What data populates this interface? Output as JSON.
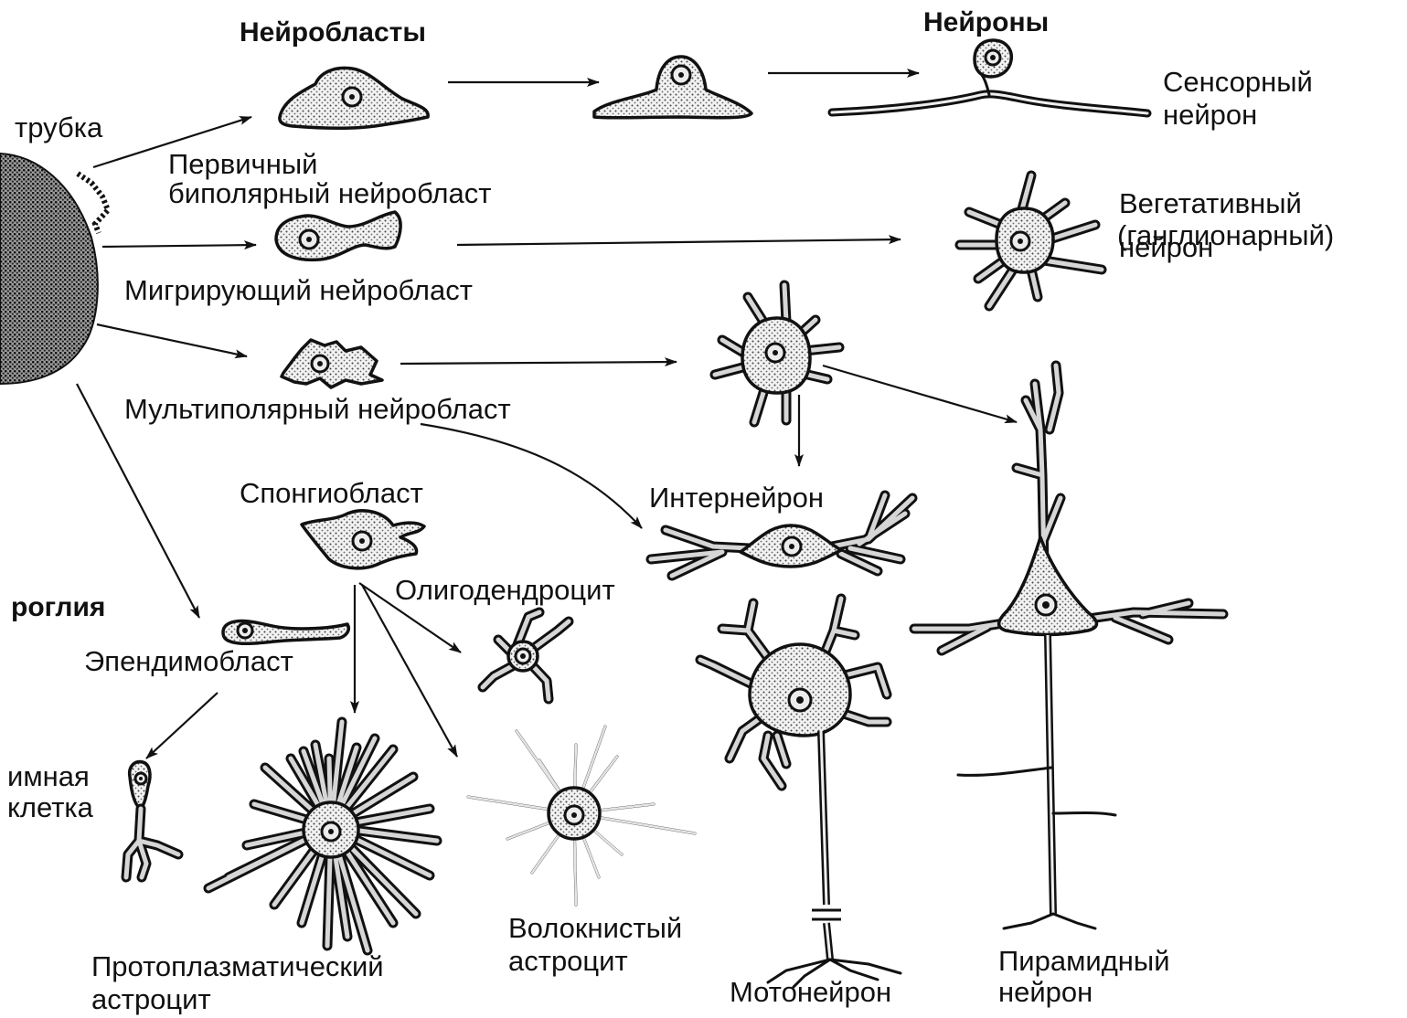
{
  "labels": {
    "neuroblasts_header": "Нейробласты",
    "neurons_header": "Нейроны",
    "tube": "трубка",
    "primary_bipolar_1": "Первичный",
    "primary_bipolar_2": "биполярный нейробласт",
    "migrating": "Мигрирующий нейробласт",
    "multipolar": "Мультиполярный нейробласт",
    "sensory_1": "Сенсорный",
    "sensory_2": "нейрон",
    "vegetative_1": "Вегетативный",
    "vegetative_2": "(ганглионарный)",
    "vegetative_3": "нейрон",
    "spongioblast": "Спонгиобласт",
    "interneuron": "Интернейрон",
    "glia": "роглия",
    "oligodendrocyte": "Олигодендроцит",
    "ependymoblast": "Эпендимобласт",
    "ependymal_1": "имная",
    "ependymal_2": "клетка",
    "fibrous_1": "Волокнистый",
    "fibrous_2": "астроцит",
    "protoplasmic_1": "Протоплазматический",
    "protoplasmic_2": "астроцит",
    "motoneuron": "Мотонейрон",
    "pyramidal_1": "Пирамидный",
    "pyramidal_2": "нейрон"
  }
}
